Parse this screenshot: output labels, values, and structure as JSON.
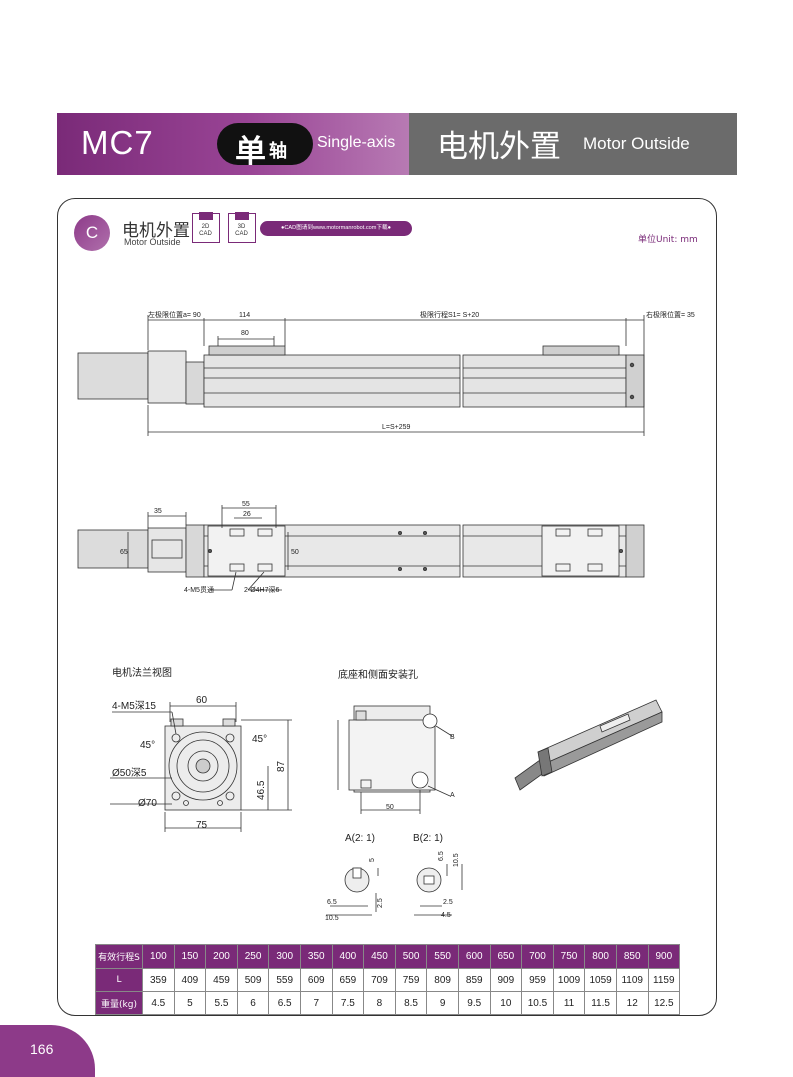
{
  "header": {
    "model": "MC7",
    "axis_cn_main": "单",
    "axis_cn_sub": "轴",
    "axis_en": "Single-axis",
    "motor_cn": "电机外置",
    "motor_en": "Motor Outside"
  },
  "section": {
    "badge": "C",
    "title_cn": "电机外置",
    "title_en": "Motor Outside",
    "cad": [
      {
        "top": "2D",
        "bottom": "CAD"
      },
      {
        "top": "3D",
        "bottom": "CAD"
      }
    ],
    "cad_link": "●CAD图请到www.motormanrobot.com下载●",
    "unit": "单位Unit: mm"
  },
  "drawing": {
    "left_limit": "左极限位置a= 90",
    "right_limit": "右极限位置= 35",
    "stroke_limit": "极限行程S1= S+20",
    "dim_114": "114",
    "dim_80": "80",
    "total_length": "L=S+259",
    "dim_35": "35",
    "dim_55": "55",
    "dim_26": "26",
    "dim_50_side": "50",
    "dim_65": "65",
    "hole_m5": "4-M5贯通",
    "hole_pin": "2-Ø4H7深6",
    "flange_title": "电机法兰视图",
    "flange_m5": "4-M5深15",
    "flange_60": "60",
    "flange_45a": "45°",
    "flange_45b": "45°",
    "flange_d50": "Ø50深5",
    "flange_d70": "Ø70",
    "flange_465": "46.5",
    "flange_87": "87",
    "flange_75": "75",
    "base_title": "底座和侧面安装孔",
    "base_b": "B",
    "base_a": "A",
    "base_50": "50",
    "detail_a_title": "A(2: 1)",
    "detail_b_title": "B(2: 1)",
    "detail_a_5": "5",
    "detail_a_25": "2.5",
    "detail_a_65": "6.5",
    "detail_a_105": "10.5",
    "detail_b_65": "6.5",
    "detail_b_105": "10.5",
    "detail_b_25": "2.5",
    "detail_b_45": "4.5"
  },
  "spec_table": {
    "rows": [
      {
        "label": "有效行程S",
        "values": [
          "100",
          "150",
          "200",
          "250",
          "300",
          "350",
          "400",
          "450",
          "500",
          "550",
          "600",
          "650",
          "700",
          "750",
          "800",
          "850",
          "900"
        ]
      },
      {
        "label": "L",
        "values": [
          "359",
          "409",
          "459",
          "509",
          "559",
          "609",
          "659",
          "709",
          "759",
          "809",
          "859",
          "909",
          "959",
          "1009",
          "1059",
          "1109",
          "1159"
        ]
      },
      {
        "label": "重量(kg)",
        "values": [
          "4.5",
          "5",
          "5.5",
          "6",
          "6.5",
          "7",
          "7.5",
          "8",
          "8.5",
          "9",
          "9.5",
          "10",
          "10.5",
          "11",
          "11.5",
          "12",
          "12.5"
        ]
      }
    ]
  },
  "footer": {
    "page": "166"
  }
}
